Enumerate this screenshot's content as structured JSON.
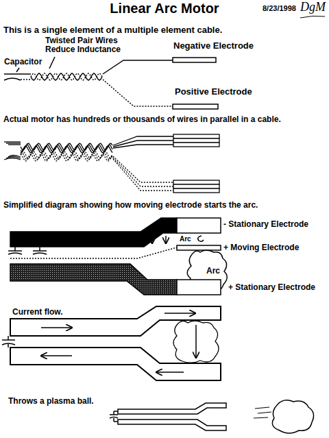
{
  "diagram": {
    "title": "Linear Arc Motor",
    "labels": [
      "8/23/1998",
      "DgM",
      "This is a single element of a multiple element cable.",
      "Capacitor",
      "Twisted Pair Wires Reduce Inductance",
      "Negative Electrode",
      "Positive Electrode",
      "Actual motor has hundreds or thousands of wires in parallel in a cable.",
      "Simplified diagram showing how moving electrode starts the arc.",
      "- Stationary Electrode",
      "Arc",
      "+ Moving Electrode",
      "Arc",
      "+ Stationary Electrode",
      "Current flow.",
      "Throws a plasma ball."
    ]
  }
}
